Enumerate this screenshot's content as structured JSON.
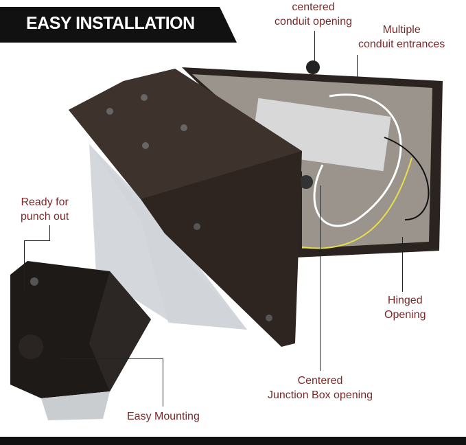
{
  "banner": {
    "title": "EASY INSTALLATION"
  },
  "callouts": {
    "centered_conduit": [
      "centered",
      "conduit opening"
    ],
    "multiple_conduit": [
      "Multiple",
      "conduit entrances"
    ],
    "punch_out": [
      "Ready for",
      "punch out"
    ],
    "hinged": [
      "Hinged",
      "Opening"
    ],
    "junction_box": [
      "Centered",
      "Junction Box opening"
    ],
    "easy_mounting": "Easy Mounting"
  },
  "colors": {
    "label": "#7b2a2a",
    "banner": "#111111",
    "fixture": "#2e2520"
  }
}
